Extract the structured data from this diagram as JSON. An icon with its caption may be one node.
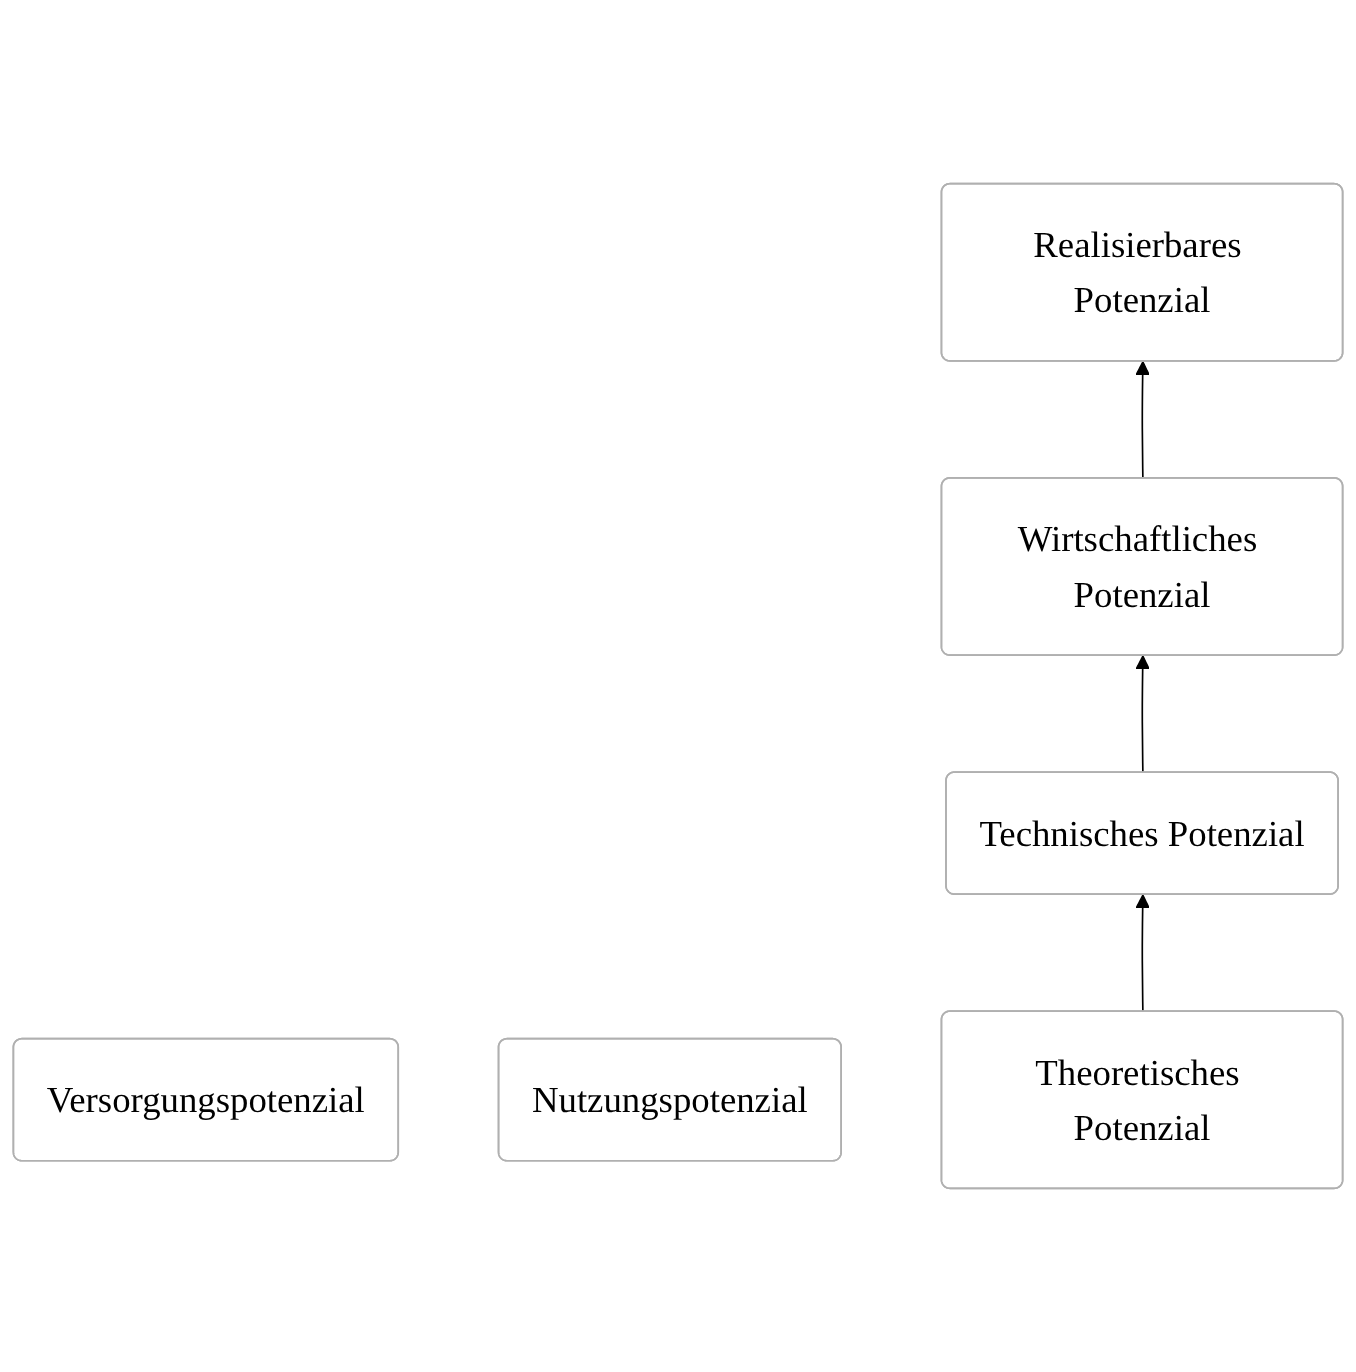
{
  "diagram": {
    "nodes": [
      {
        "text": [
          "Realisierbares Potenzial"
        ]
      },
      {
        "text": [
          "Wirtschaftliches Potenzial"
        ]
      },
      {
        "text": [
          "Technisches Potenzial"
        ]
      },
      {
        "text": [
          "Versorgungspotenzial"
        ]
      },
      {
        "text": [
          "Nutzungspotenzial"
        ]
      },
      {
        "text": [
          "Theoretisches Potenzial"
        ]
      }
    ],
    "edges": [
      {
        "from": 5,
        "to": 2,
        "arrow": "to"
      },
      {
        "from": 2,
        "to": 1,
        "arrow": "to"
      },
      {
        "from": 1,
        "to": 0,
        "arrow": "to"
      }
    ]
  }
}
